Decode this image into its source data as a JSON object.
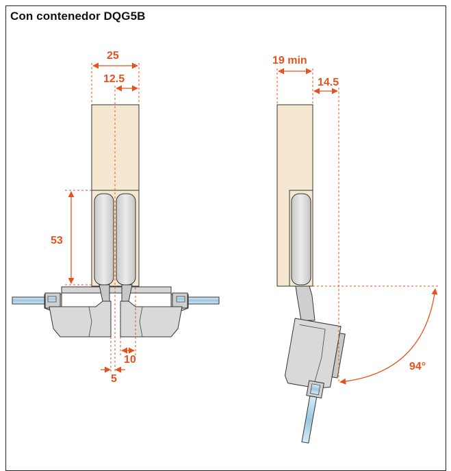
{
  "title": "Con contenedor DQG5B",
  "dimensions": {
    "width_total": "25",
    "width_half": "12.5",
    "height": "53",
    "gap_10": "10",
    "gap_5": "5",
    "side_min": "19 min",
    "side_offset": "14.5",
    "angle": "94°"
  },
  "colors": {
    "accent": "#e8501e",
    "wood": "#f6e8d0",
    "metal": "#dcdcdc",
    "glass": "#a9cde3",
    "outline": "#222222"
  }
}
